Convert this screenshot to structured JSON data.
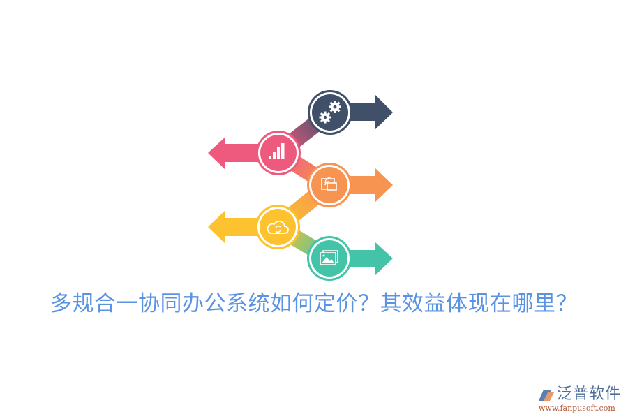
{
  "headline": "多规合一协同办公系统如何定价？其效益体现在哪里？",
  "colors": {
    "headline": "#5b93e3",
    "step1": "#3f5068",
    "step2": "#ee5a7e",
    "step3": "#f79452",
    "step4": "#fdc22f",
    "step5": "#43c4a8"
  },
  "steps": [
    {
      "icon": "gears-icon",
      "direction": "right",
      "color": "#3f5068"
    },
    {
      "icon": "signal-bars-icon",
      "direction": "left",
      "color": "#ee5a7e"
    },
    {
      "icon": "wireless-screen-icon",
      "direction": "right",
      "color": "#f79452"
    },
    {
      "icon": "cloud-sync-icon",
      "direction": "left",
      "color": "#fdc22f"
    },
    {
      "icon": "image-gallery-icon",
      "direction": "right",
      "color": "#43c4a8"
    }
  ],
  "logo": {
    "name": "泛普软件",
    "url": "www.fanpusoft.com"
  }
}
